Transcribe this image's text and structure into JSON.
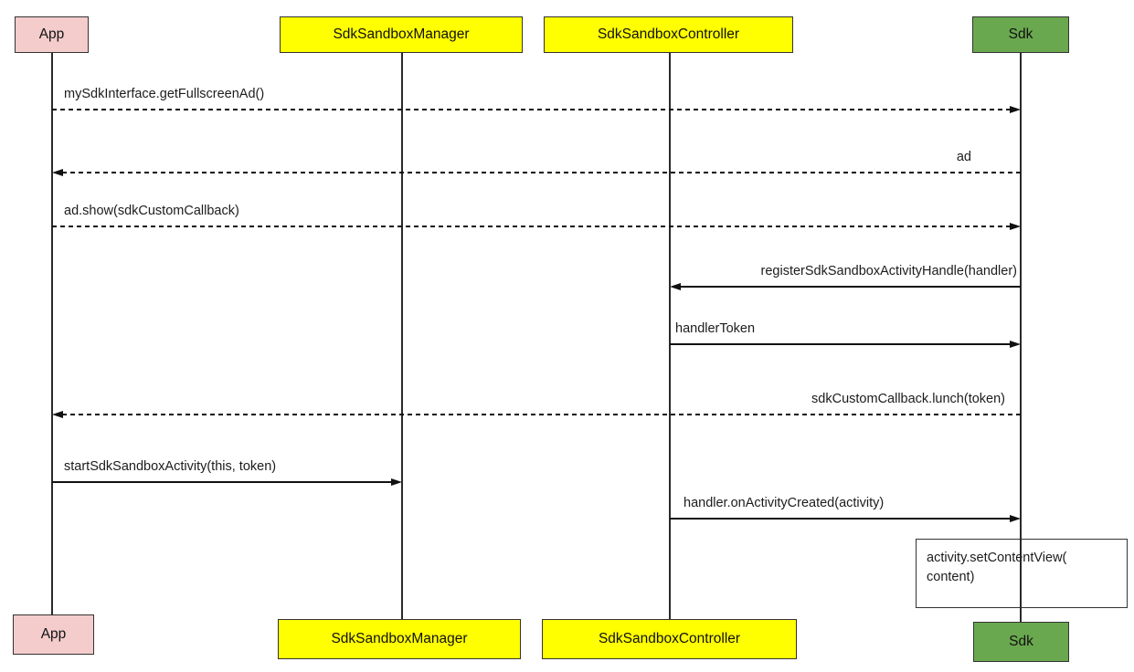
{
  "diagram": {
    "type": "sequence-diagram",
    "background": "#ffffff",
    "border_color": "#333333",
    "line_color": "#111111",
    "participants": [
      {
        "id": "app",
        "label": "App",
        "fill": "#f4cccc"
      },
      {
        "id": "manager",
        "label": "SdkSandboxManager",
        "fill": "#ffff00"
      },
      {
        "id": "controller",
        "label": "SdkSandboxController",
        "fill": "#ffff00"
      },
      {
        "id": "sdk",
        "label": "Sdk",
        "fill": "#6aa84f"
      }
    ],
    "messages": [
      {
        "text": "mySdkInterface.getFullscreenAd()",
        "from": "app",
        "to": "sdk",
        "line": "dashed"
      },
      {
        "text": "ad",
        "from": "sdk",
        "to": "app",
        "line": "dashed"
      },
      {
        "text": "ad.show(sdkCustomCallback)",
        "from": "app",
        "to": "sdk",
        "line": "dashed"
      },
      {
        "text": "registerSdkSandboxActivityHandle(handler)",
        "from": "sdk",
        "to": "controller",
        "line": "solid"
      },
      {
        "text": "handlerToken",
        "from": "controller",
        "to": "sdk",
        "line": "solid"
      },
      {
        "text": "sdkCustomCallback.lunch(token)",
        "from": "sdk",
        "to": "app",
        "line": "dashed"
      },
      {
        "text": "startSdkSandboxActivity(this, token)",
        "from": "app",
        "to": "manager",
        "line": "solid"
      },
      {
        "text": "handler.onActivityCreated(activity)",
        "from": "controller",
        "to": "sdk",
        "line": "solid"
      }
    ],
    "note": {
      "lines": [
        "activity.setContentView(",
        "content)"
      ],
      "attached_to": "sdk"
    }
  }
}
